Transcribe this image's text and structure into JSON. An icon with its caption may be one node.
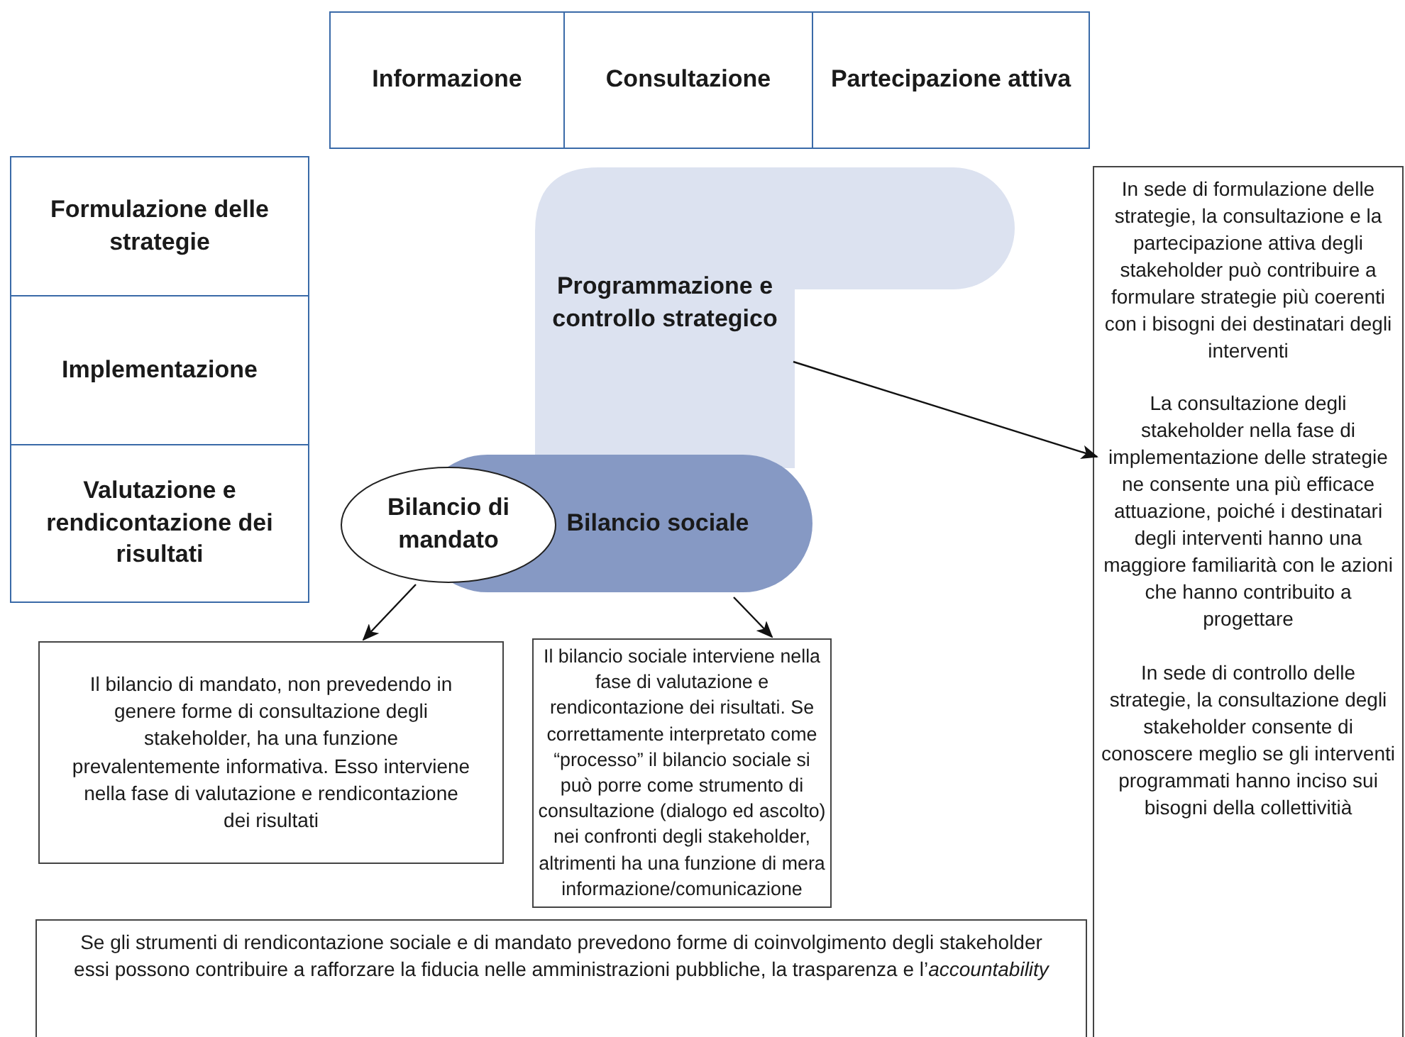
{
  "diagram": {
    "nodes": [
      {
        "text": [
          "Informazione"
        ]
      },
      {
        "text": [
          "Consultazione"
        ]
      },
      {
        "text": [
          "Partecipazione attiva"
        ]
      },
      {
        "text": [
          "Formulazione delle strategie"
        ]
      },
      {
        "text": [
          "Implementazione"
        ]
      },
      {
        "text": [
          "Valutazione e rendicontazione dei risultati"
        ]
      },
      {
        "text": [
          "Programmazione e controllo strategico"
        ]
      },
      {
        "text": [
          "Bilancio sociale"
        ]
      },
      {
        "text": [
          "Bilancio di mandato"
        ]
      },
      {
        "text": [
          "Il bilancio di mandato, non prevedendo in genere forme di consultazione degli stakeholder, ha una funzione prevalentemente informativa. Esso interviene nella fase di valutazione e rendicontazione dei risultati"
        ]
      },
      {
        "text": [
          "Il bilancio sociale interviene nella fase di valutazione e rendicontazione dei risultati. Se correttamente interpretato come “processo” il bilancio sociale si può porre come strumento di consultazione (dialogo ed ascolto) nei confronti degli stakeholder, altrimenti ha una funzione di mera informazione/comunicazione"
        ]
      },
      {
        "text": [
          "In sede di formulazione delle strategie, la consultazione e la partecipazione attiva degli stakeholder può contribuire a formulare strategie più coerenti con i bisogni dei destinatari degli interventi",
          "La consultazione degli stakeholder nella fase di implementazione delle strategie ne consente una più efficace attuazione, poiché i destinatari degli interventi hanno una maggiore familiarità con le azioni che hanno contribuito a progettare",
          "In sede di controllo delle strategie, la consultazione degli stakeholder consente di conoscere meglio se gli interventi programmati hanno inciso sui bisogni della collettivitià"
        ]
      },
      {
        "text": [
          "Se gli strumenti di rendicontazione sociale e di mandato prevedono forme di coinvolgimento degli stakeholder essi possono contribuire a rafforzare la fiducia nelle amministrazioni pubbliche, la trasparenza e l’*accountability*"
        ]
      }
    ],
    "edges": [
      {
        "from": 6,
        "to": 11,
        "arrow": "to"
      },
      {
        "from": 8,
        "to": 9,
        "arrow": "to"
      },
      {
        "from": 7,
        "to": 10,
        "arrow": "to"
      }
    ]
  }
}
